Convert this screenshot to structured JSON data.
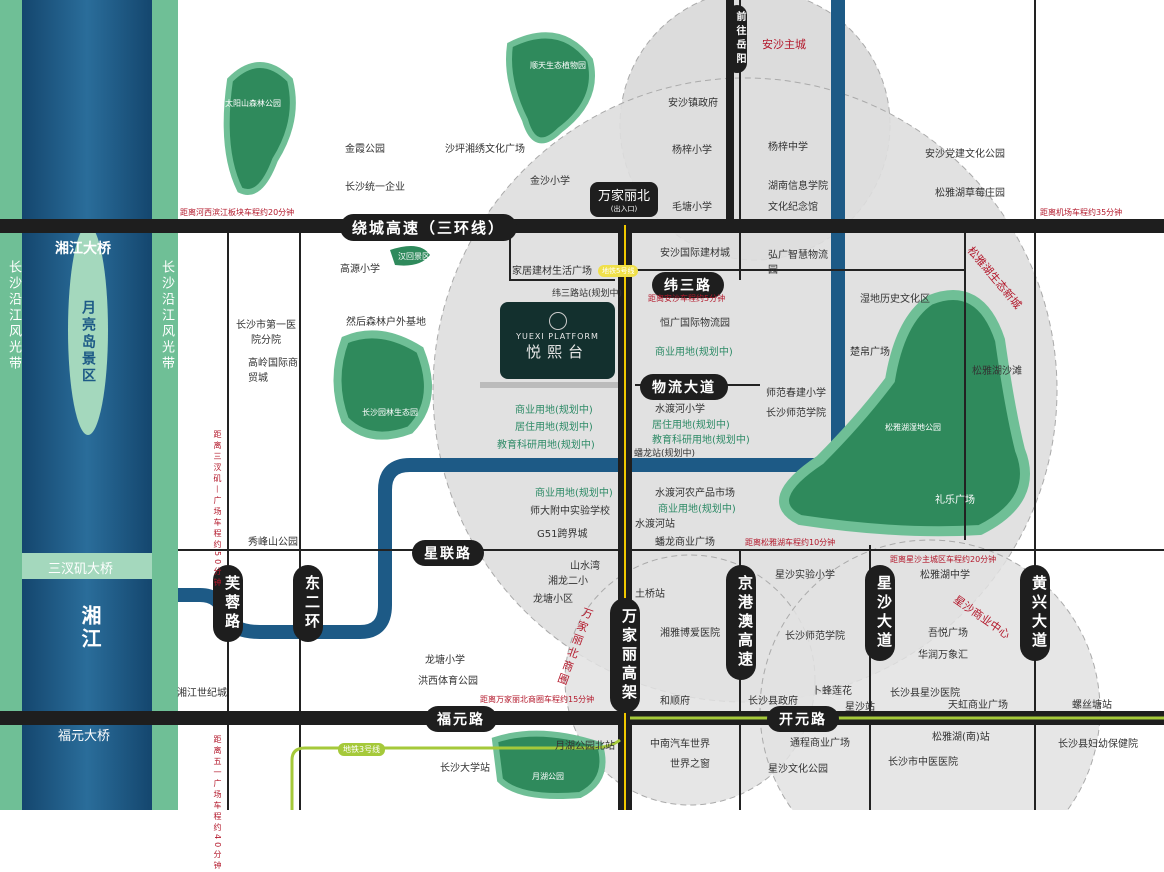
{
  "project": {
    "en": "YUEXI PLATFORM",
    "cn": "悦熙台"
  },
  "colors": {
    "river": "#1d5a86",
    "green": "#2f8a5c",
    "road": "#1e1e1e",
    "metro": "#f0c800",
    "line3": "#a5c93a",
    "circle": "#d9d9d9",
    "accent": "#b3182b"
  },
  "left": {
    "bridge1": "湘江大桥",
    "bridge2": "三汊矶大桥",
    "bridge3": "福元大桥",
    "island": "月亮岛景区",
    "river": "湘江",
    "bank_left": "长沙沿江风光带",
    "bank_right": "长沙沿江风光带"
  },
  "roads": {
    "ring": "绕城高速（三环线）",
    "wei3": "纬三路",
    "wuliu": "物流大道",
    "xinglian": "星联路",
    "fuyuan": "福元路",
    "kaiyuan": "开元路",
    "furong": "芙蓉路",
    "dong2": "东二环",
    "wjl": "万家丽高架",
    "jga": "京港澳高速",
    "xingsha": "星沙大道",
    "huangxing": "黄兴大道",
    "to_yueyang": "前往岳阳",
    "metro5": "地铁5号线",
    "metro3": "地铁3号线",
    "wjlbei": "万家丽北",
    "wjlbei_sub": "(出入口)"
  },
  "zones": {
    "ansha": "安沙主城",
    "songya": "松雅湖生态新城",
    "xingsha_center": "星沙商业中心",
    "wjl_north": "万家丽北商圈"
  },
  "distances": {
    "d1": "距离河西滨江板块车程约20分钟",
    "d2": "距离机场车程约35分钟",
    "d3": "距离安沙车程约5分钟",
    "d4": "距离松雅湖车程约10分钟",
    "d5": "距离星沙主城区车程约20分钟",
    "d6": "距离万家丽北商圈车程约15分钟",
    "d7": "距离三汊矶—广场车程约50分钟",
    "d8": "距离五一广场车程约40分钟"
  },
  "parks": {
    "p1": "太阳山森林公园",
    "p2": "顺天生态植物园",
    "p3": "汉回景区",
    "p4": "长沙园林生态园",
    "p5": "松雅湖湿地公园",
    "p6": "月湖公园"
  },
  "pois": [
    "金霞公园",
    "沙坪湘绣文化广场",
    "长沙统一企业",
    "金沙小学",
    "安沙镇政府",
    "杨梓小学",
    "杨梓中学",
    "湖南信息学院",
    "毛塘小学",
    "文化纪念馆",
    "安沙党建文化公园",
    "松雅湖草莓庄园",
    "安沙国际建材城",
    "家居建材生活广场",
    "弘广智慧物流园",
    "高源小学",
    "长沙市第一医院分院",
    "高岭国际商贸城",
    "然后森林户外基地",
    "纬三路站(规划中)",
    "恒广国际物流园",
    "商业用地(规划中)",
    "湿地历史文化区",
    "楚帛广场",
    "松雅湖沙滩",
    "师范春建小学",
    "长沙师范学院",
    "水渡河小学",
    "居住用地(规划中)",
    "教育科研用地(规划中)",
    "商业用地(规划中)",
    "居住用地(规划中)",
    "教育科研用地(规划中)",
    "蟠龙站(规划中)",
    "商业用地(规划中)",
    "师大附中实验学校",
    "G51跨界城",
    "水渡河农产品市场",
    "商业用地(规划中)",
    "水渡河站",
    "蟠龙商业广场",
    "礼乐广场",
    "秀峰山公园",
    "山水湾",
    "湘龙二小",
    "龙塘小区",
    "土桥站",
    "星沙实验小学",
    "松雅湖中学",
    "湘雅博爱医院",
    "长沙师范学院",
    "吾悦广场",
    "华润万象汇",
    "龙塘小学",
    "洪西体育公园",
    "湘江世纪城",
    "和顺府",
    "卜蜂莲花",
    "长沙县政府",
    "长沙县星沙医院",
    "星沙站",
    "天虹商业广场",
    "螺丝塘站",
    "松雅湖(南)站",
    "长沙县妇幼保健院",
    "月湖公园北站",
    "中南汽车世界",
    "世界之窗",
    "通程商业广场",
    "星沙文化公园",
    "长沙市中医医院",
    "长沙大学站"
  ]
}
